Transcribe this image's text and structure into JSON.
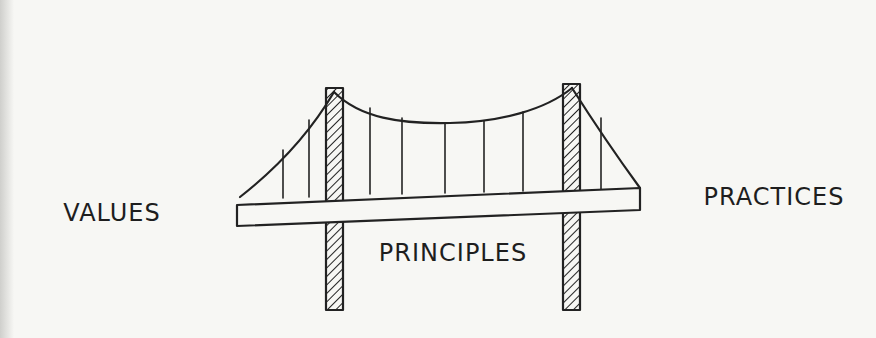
{
  "diagram": {
    "labels": [
      "VALUES",
      "PRINCIPLES",
      "PRACTICES"
    ]
  }
}
